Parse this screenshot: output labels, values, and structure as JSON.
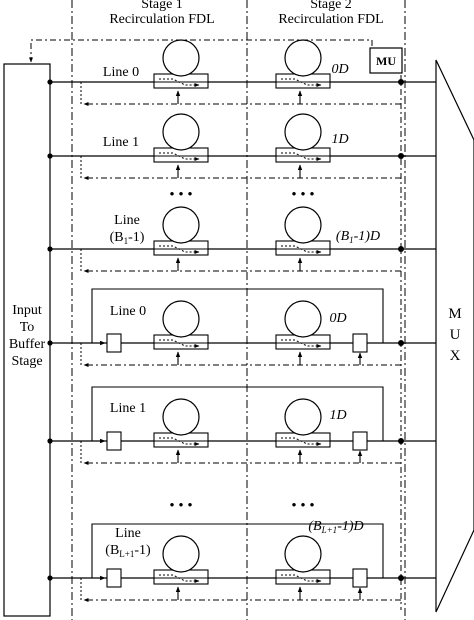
{
  "header": {
    "stage1": {
      "line1": "Stage 1",
      "line2": "Recirculation FDL"
    },
    "stage2": {
      "line1": "Stage 2",
      "line2": "Recirculation FDL"
    }
  },
  "blocks": {
    "input": {
      "line1": "Input",
      "line2": "To",
      "line3": "Buffer",
      "line4": "Stage"
    },
    "mu": "MU",
    "mux": {
      "l1": "M",
      "l2": "U",
      "l3": "X"
    }
  },
  "ellipsis": "• • •",
  "group1": {
    "rows": [
      {
        "label": "Line 0",
        "delay": "0D"
      },
      {
        "label": "Line 1",
        "delay": "1D"
      },
      {
        "label_a": "Line",
        "label_b_pre": "(B",
        "label_b_sub": "1",
        "label_b_post": "-1)",
        "delay_pre": "(B",
        "delay_sub": "1",
        "delay_post": "-1)D"
      }
    ]
  },
  "group2": {
    "rows": [
      {
        "label": "Line 0",
        "delay": "0D"
      },
      {
        "label": "Line 1",
        "delay": "1D"
      },
      {
        "label_a": "Line",
        "label_b_pre": "(B",
        "label_b_sub": "L+1",
        "label_b_post": "-1)",
        "delay_pre": "(B",
        "delay_sub": "L+1",
        "delay_post": "-1)D"
      }
    ]
  }
}
